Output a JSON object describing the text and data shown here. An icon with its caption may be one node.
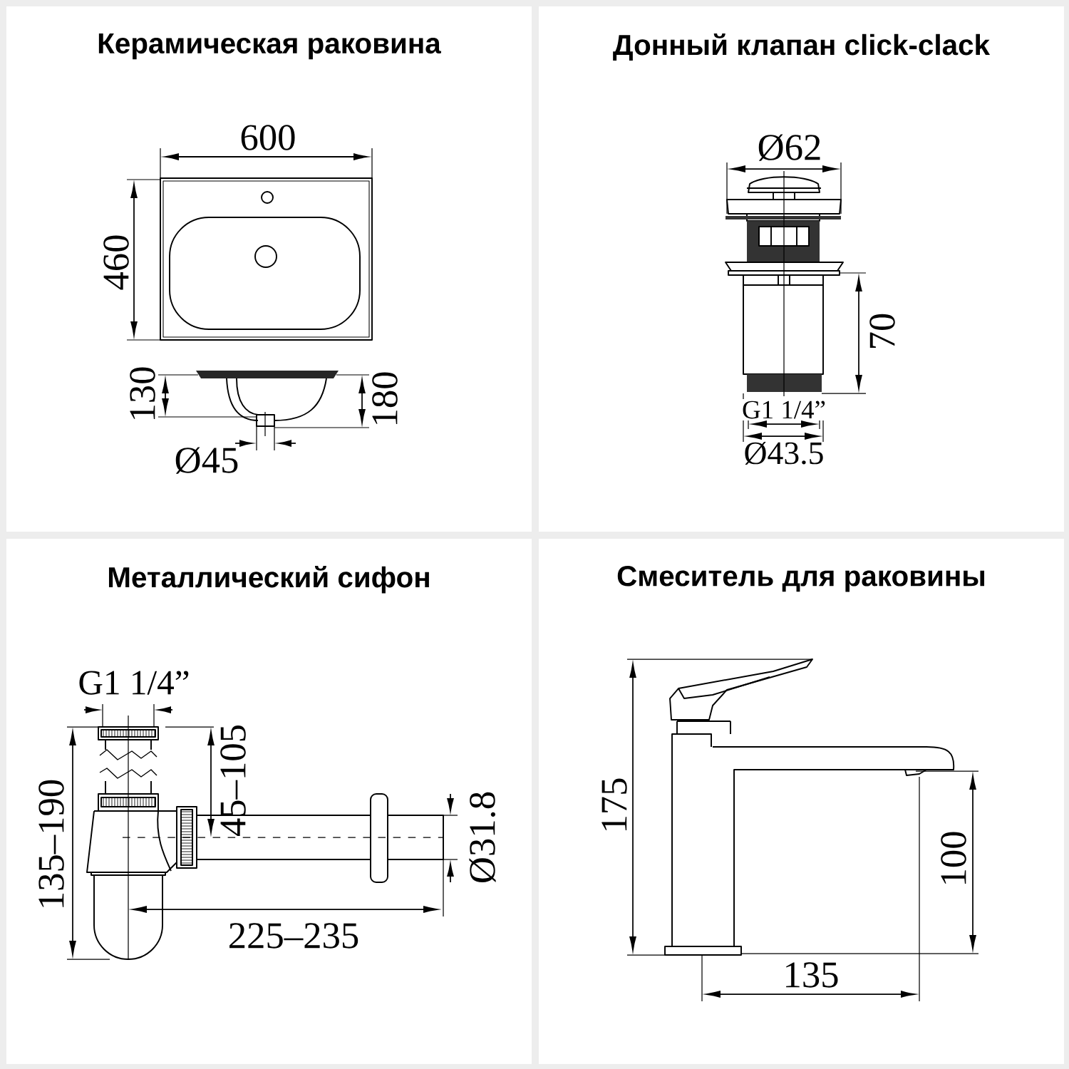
{
  "diagram": {
    "nodes": [
      {
        "text": [
          "Керамическая раковина"
        ]
      },
      {
        "text": [
          "Донный клапан click-clack"
        ]
      },
      {
        "text": [
          "Металлический сифон"
        ]
      },
      {
        "text": [
          "Смеситель для раковины"
        ]
      }
    ],
    "labels": [
      "600",
      "460",
      "130",
      "180",
      "Ø45",
      "Ø62",
      "70",
      "G1 1/4”",
      "Ø43.5",
      "G1 1/4”",
      "45–105",
      "135–190",
      "Ø31.8",
      "225–235",
      "175",
      "100",
      "135"
    ]
  }
}
